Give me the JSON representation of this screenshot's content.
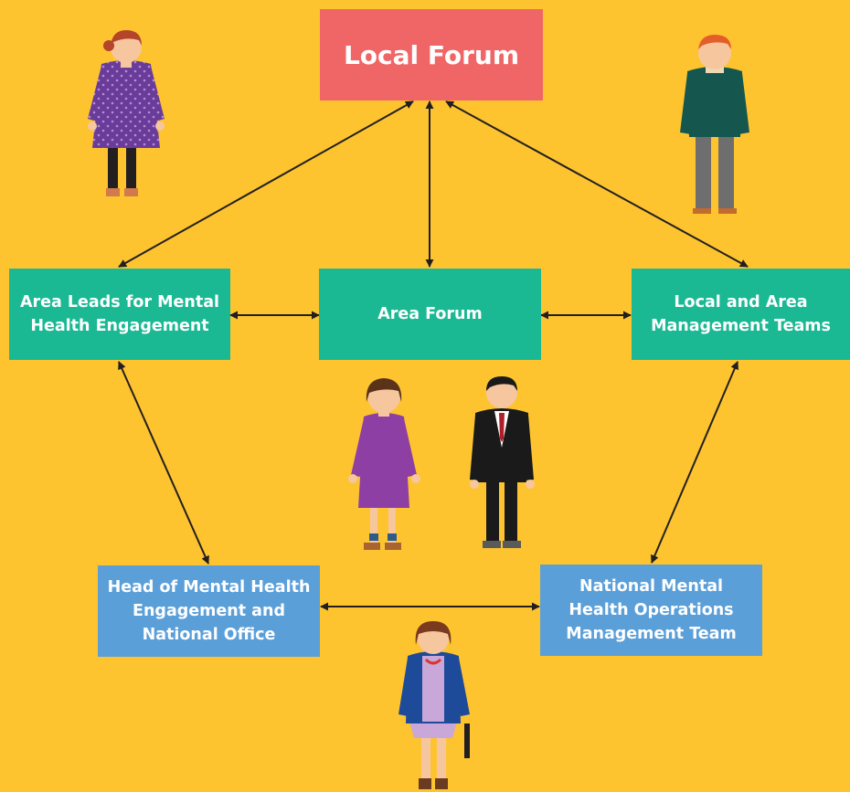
{
  "colors": {
    "background": "#FDC430",
    "top_box": "#F06667",
    "middle_box": "#1BB894",
    "bottom_box": "#5B9FD9",
    "arrow": "#231F20"
  },
  "boxes": {
    "local_forum": "Local Forum",
    "area_leads": "Area Leads for Mental Health Engagement",
    "area_forum": "Area Forum",
    "local_area": "Local and Area Management Teams",
    "head_mh": "Head of Mental Health Engagement and National Office",
    "national_mh": "National Mental Health Operations Management Team"
  },
  "figures": [
    "woman-purple-dress-figure",
    "man-green-sweater-figure",
    "woman-purple-dress-center-figure",
    "man-black-suit-figure",
    "woman-blue-jacket-figure"
  ]
}
